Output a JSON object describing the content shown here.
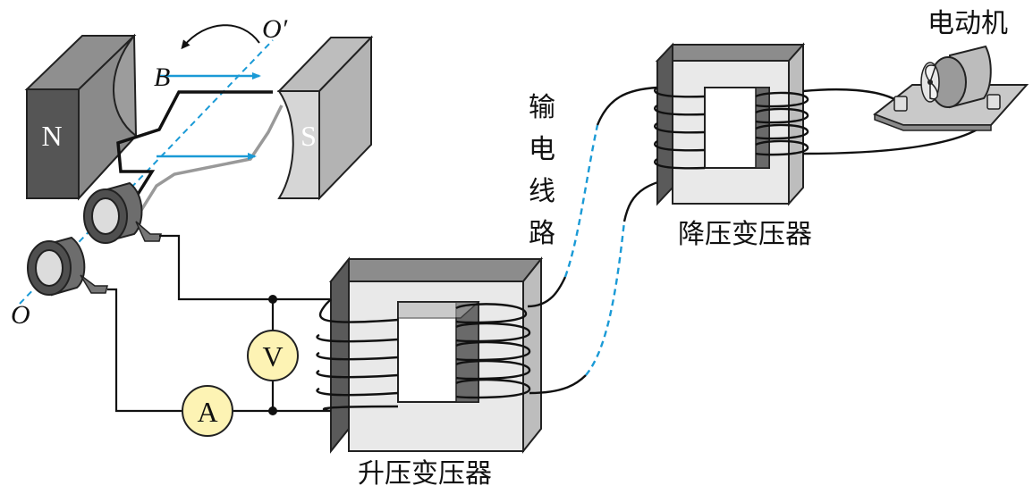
{
  "labels": {
    "axis_start": "O",
    "axis_end": "O′",
    "field": "B",
    "north_pole": "N",
    "south_pole": "S",
    "voltmeter": "V",
    "ammeter": "A",
    "step_up_transformer": "升压变压器",
    "step_down_transformer": "降压变压器",
    "transmission_line": [
      "输",
      "电",
      "线",
      "路"
    ],
    "motor": "电动机"
  },
  "colors": {
    "field_arrows": "#1a9ad6",
    "axis_line": "#1a9ad6",
    "line_dashes": "#1a9ad6",
    "meter_fill": "#fdf3b4",
    "core_front": "#e9e9e9",
    "core_side": "#5a5a5a"
  }
}
